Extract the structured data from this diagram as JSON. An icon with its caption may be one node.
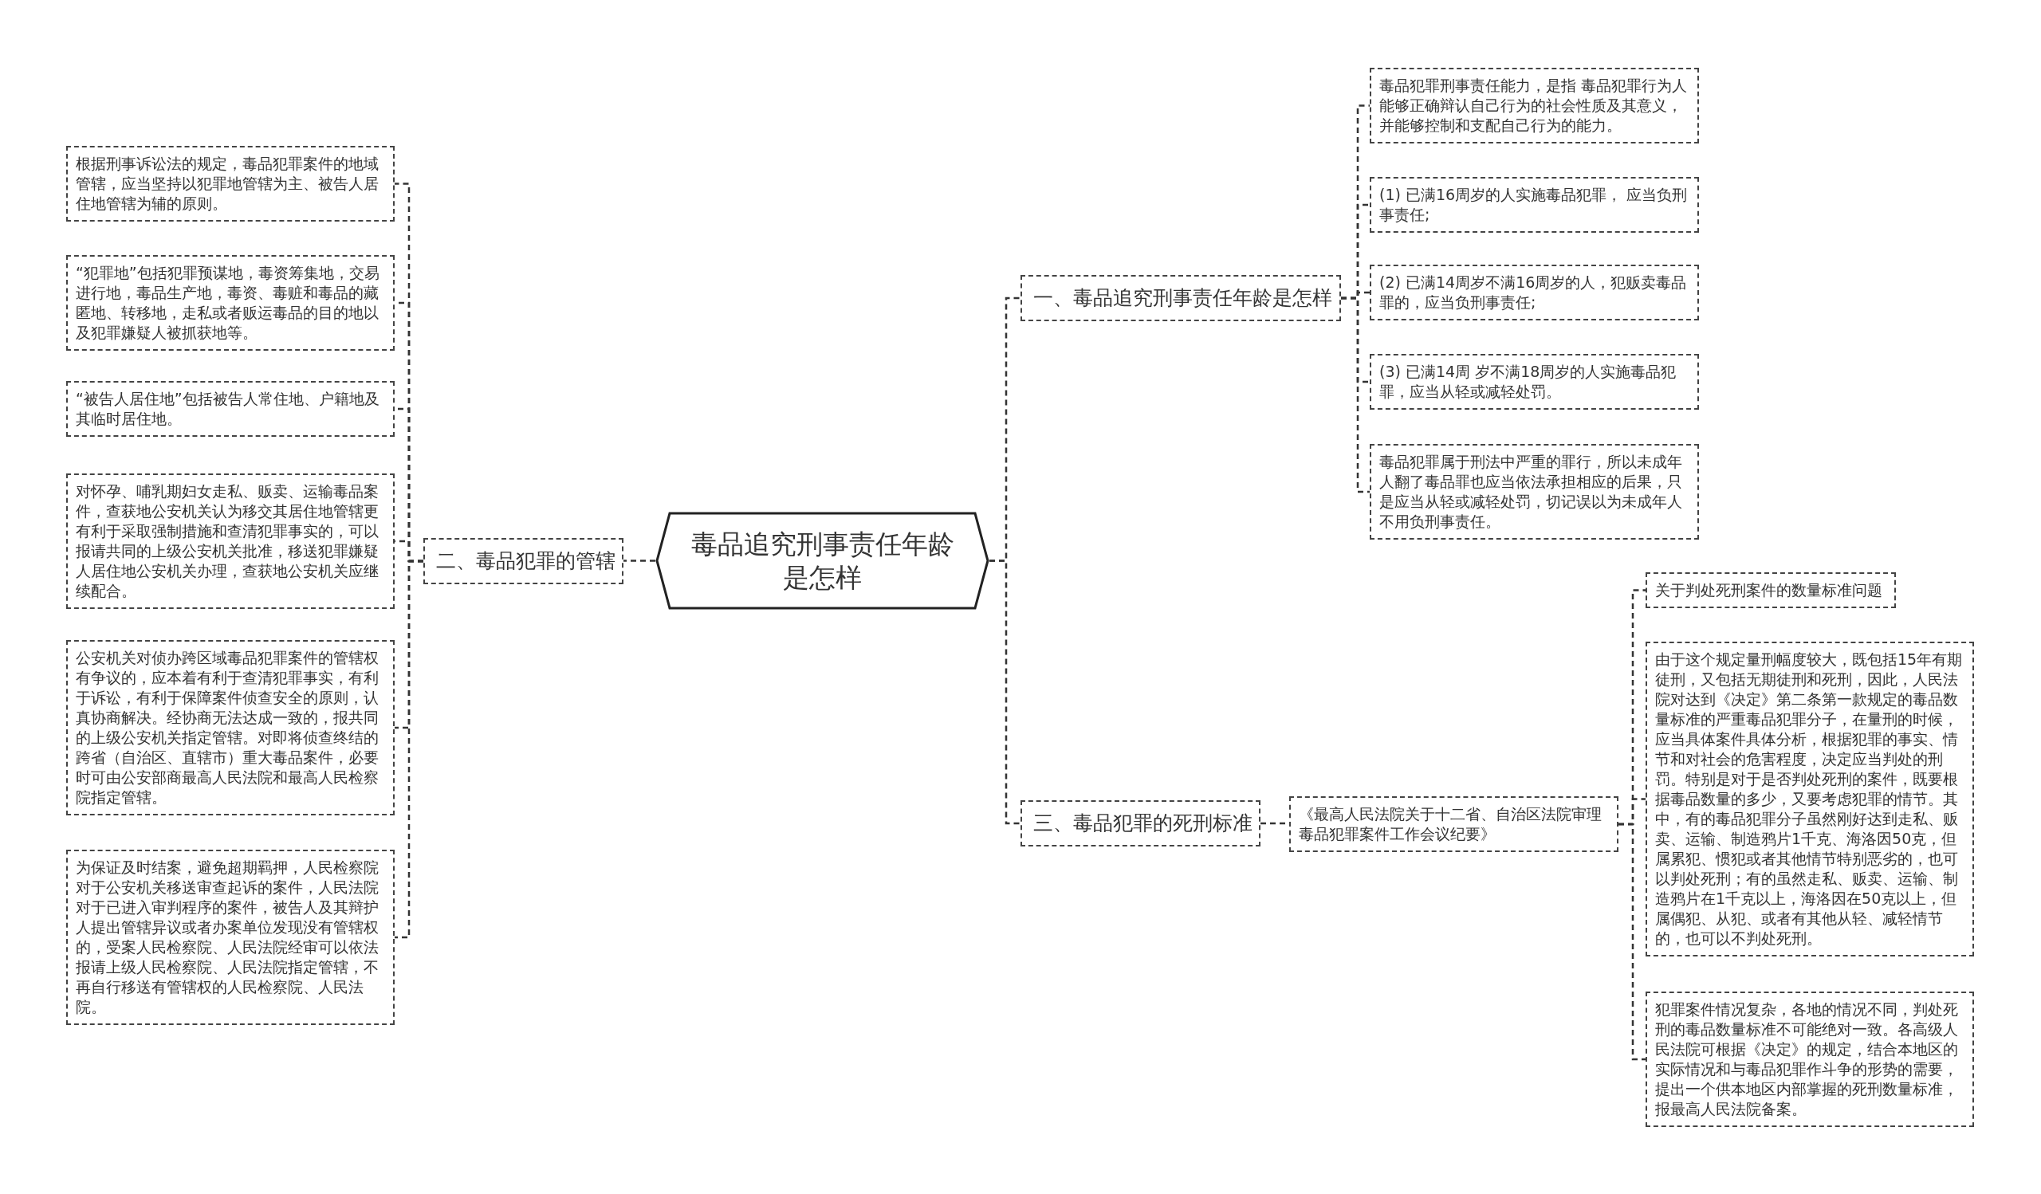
{
  "diagram": {
    "nodes": [
      {
        "text": [
          "毒品追究刑事责任年龄是怎样"
        ]
      },
      {
        "text": [
          "一、毒品追究刑事责任年龄是怎样"
        ]
      },
      {
        "text": [
          "毒品犯罪刑事责任能力，是指 毒品犯罪行为人能够正确辩认自己行为的社会性质及其意义，并能够控制和支配自己行为的能力。"
        ]
      },
      {
        "text": [
          "(1) 已满16周岁的人实施毒品犯罪， 应当负刑事责任;"
        ]
      },
      {
        "text": [
          "(2) 已满14周岁不满16周岁的人，犯贩卖毒品罪的，应当负刑事责任;"
        ]
      },
      {
        "text": [
          "(3) 已满14周 岁不满18周岁的人实施毒品犯罪，应当从轻或减轻处罚。"
        ]
      },
      {
        "text": [
          "毒品犯罪属于刑法中严重的罪行，所以未成年人翻了毒品罪也应当依法承担相应的后果，只是应当从轻或减轻处罚，切记误以为未成年人不用负刑事责任。"
        ]
      },
      {
        "text": [
          "二、毒品犯罪的管辖"
        ]
      },
      {
        "text": [
          "根据刑事诉讼法的规定，毒品犯罪案件的地域管辖，应当坚持以犯罪地管辖为主、被告人居住地管辖为辅的原则。"
        ]
      },
      {
        "text": [
          "“犯罪地”包括犯罪预谋地，毒资筹集地，交易进行地，毒品生产地，毒资、毒赃和毒品的藏匿地、转移地，走私或者贩运毒品的目的地以及犯罪嫌疑人被抓获地等。"
        ]
      },
      {
        "text": [
          "“被告人居住地”包括被告人常住地、户籍地及其临时居住地。"
        ]
      },
      {
        "text": [
          "对怀孕、哺乳期妇女走私、贩卖、运输毒品案件，查获地公安机关认为移交其居住地管辖更有利于采取强制措施和查清犯罪事实的，可以报请共同的上级公安机关批准，移送犯罪嫌疑人居住地公安机关办理，查获地公安机关应继续配合。"
        ]
      },
      {
        "text": [
          "公安机关对侦办跨区域毒品犯罪案件的管辖权有争议的，应本着有利于查清犯罪事实，有利于诉讼，有利于保障案件侦查安全的原则，认真协商解决。经协商无法达成一致的，报共同的上级公安机关指定管辖。对即将侦查终结的跨省（自治区、直辖市）重大毒品案件，必要时可由公安部商最高人民法院和最高人民检察院指定管辖。"
        ]
      },
      {
        "text": [
          "为保证及时结案，避免超期羁押，人民检察院对于公安机关移送审查起诉的案件，人民法院对于已进入审判程序的案件，被告人及其辩护人提出管辖异议或者办案单位发现没有管辖权的，受案人民检察院、人民法院经审可以依法报请上级人民检察院、人民法院指定管辖，不再自行移送有管辖权的人民检察院、人民法院。"
        ]
      },
      {
        "text": [
          "三、毒品犯罪的死刑标准"
        ]
      },
      {
        "text": [
          "《最高人民法院关于十二省、自治区法院审理毒品犯罪案件工作会议纪要》"
        ]
      },
      {
        "text": [
          "关于判处死刑案件的数量标准问题"
        ]
      },
      {
        "text": [
          "由于这个规定量刑幅度较大，既包括15年有期徒刑，又包括无期徒刑和死刑，因此，人民法院对达到《决定》第二条第一款规定的毒品数量标准的严重毒品犯罪分子，在量刑的时候，应当具体案件具体分析，根据犯罪的事实、情节和对社会的危害程度，决定应当判处的刑罚。特别是对于是否判处死刑的案件，既要根据毒品数量的多少，又要考虑犯罪的情节。其中，有的毒品犯罪分子虽然刚好达到走私、贩卖、运输、制造鸦片1千克、海洛因50克，但属累犯、惯犯或者其他情节特别恶劣的，也可以判处死刑；有的虽然走私、贩卖、运输、制造鸦片在1千克以上，海洛因在50克以上，但属偶犯、从犯、或者有其他从轻、减轻情节的，也可以不判处死刑。"
        ]
      },
      {
        "text": [
          "犯罪案件情况复杂，各地的情况不同，判处死刑的毒品数量标准不可能绝对一致。各高级人民法院可根据《决定》的规定，结合本地区的实际情况和与毒品犯罪作斗争的形势的需要，提出一个供本地区内部掌握的死刑数量标准，报最高人民法院备案。"
        ]
      }
    ],
    "edges": [
      {
        "from": 0,
        "to": 1,
        "arrow": "none"
      },
      {
        "from": 0,
        "to": 7,
        "arrow": "none"
      },
      {
        "from": 0,
        "to": 14,
        "arrow": "none"
      },
      {
        "from": 1,
        "to": 2,
        "arrow": "none"
      },
      {
        "from": 1,
        "to": 3,
        "arrow": "none"
      },
      {
        "from": 1,
        "to": 4,
        "arrow": "none"
      },
      {
        "from": 1,
        "to": 5,
        "arrow": "none"
      },
      {
        "from": 1,
        "to": 6,
        "arrow": "none"
      },
      {
        "from": 7,
        "to": 8,
        "arrow": "none"
      },
      {
        "from": 7,
        "to": 9,
        "arrow": "none"
      },
      {
        "from": 7,
        "to": 10,
        "arrow": "none"
      },
      {
        "from": 7,
        "to": 11,
        "arrow": "none"
      },
      {
        "from": 7,
        "to": 12,
        "arrow": "none"
      },
      {
        "from": 7,
        "to": 13,
        "arrow": "none"
      },
      {
        "from": 14,
        "to": 15,
        "arrow": "none"
      },
      {
        "from": 15,
        "to": 16,
        "arrow": "none"
      },
      {
        "from": 15,
        "to": 17,
        "arrow": "none"
      },
      {
        "from": 15,
        "to": 18,
        "arrow": "none"
      }
    ]
  }
}
